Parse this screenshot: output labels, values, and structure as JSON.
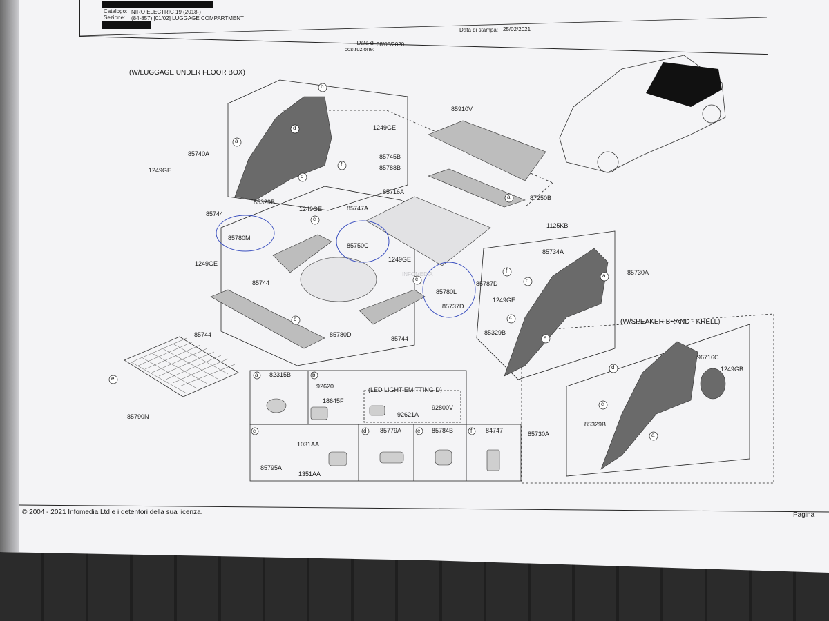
{
  "header": {
    "catalog_label": "Catalogo:",
    "catalog_value": "NIRO ELECTRIC 19 (2018-)",
    "section_label": "Sezione:",
    "section_value": "(84-857) [01/02] LUGGAGE COMPARTMENT",
    "build_date_label": "Data di costruzione:",
    "build_date_value": "08/05/2020",
    "print_date_label": "Data di stampa:",
    "print_date_value": "25/02/2021"
  },
  "diagram": {
    "section_title": "(W/LUGGAGE UNDER FLOOR BOX)",
    "speaker_title": "(W/SPEAKER BRAND - KRELL)",
    "led_title": "(LED LIGHT EMITTING D)",
    "watermark": "INFOMEDIA",
    "parts": [
      {
        "code": "85740A"
      },
      {
        "code": "1249GE"
      },
      {
        "code": "85745B"
      },
      {
        "code": "85788B"
      },
      {
        "code": "85329B"
      },
      {
        "code": "85744"
      },
      {
        "code": "85747A"
      },
      {
        "code": "85716A"
      },
      {
        "code": "85910V"
      },
      {
        "code": "87250B"
      },
      {
        "code": "1125KB"
      },
      {
        "code": "85734A"
      },
      {
        "code": "85730A"
      },
      {
        "code": "85787D"
      },
      {
        "code": "85780M"
      },
      {
        "code": "85750C"
      },
      {
        "code": "85780L"
      },
      {
        "code": "85737D"
      },
      {
        "code": "85780D"
      },
      {
        "code": "85790N"
      },
      {
        "code": "96716C"
      },
      {
        "code": "1249GB"
      }
    ],
    "legend": {
      "a": "82315B",
      "b1": "92620",
      "b2": "18645F",
      "led1": "92800V",
      "led2": "92621A",
      "c1": "1031AA",
      "c2": "85795A",
      "c3": "1351AA",
      "d": "85779A",
      "e": "85784B",
      "f": "84747"
    },
    "callout_letters": [
      "a",
      "b",
      "c",
      "d",
      "e",
      "f"
    ]
  },
  "footer": {
    "copyright": "© 2004 - 2021 Infomedia Ltd e i detentori della sua licenza.",
    "page_label": "Pagina"
  },
  "colors": {
    "paper": "#f4f4f6",
    "ink": "#1a1a1a",
    "pen_circle": "#3a4fbf",
    "part_fill": "#6a6a6a"
  }
}
